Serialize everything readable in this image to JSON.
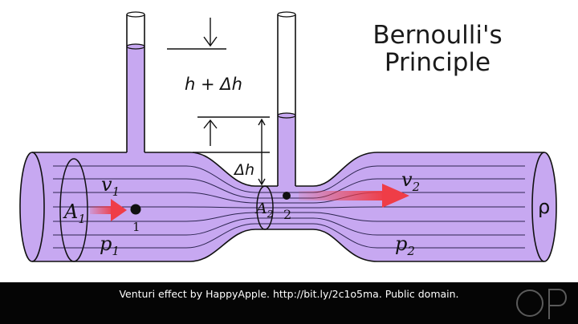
{
  "title": {
    "line1": "Bernoulli's",
    "line2": "Principle"
  },
  "labels": {
    "h_plus_dh": "h + Δh",
    "dh": "Δh",
    "A1": "A",
    "A1_sub": "1",
    "A2": "A",
    "A2_sub": "2",
    "v1": "v",
    "v1_sub": "1",
    "v2": "v",
    "v2_sub": "2",
    "p1": "p",
    "p1_sub": "1",
    "p2": "p",
    "p2_sub": "2",
    "point1": "1",
    "point2": "2",
    "rho": "ρ"
  },
  "caption": "Venturi effect by HappyApple. http://bit.ly/2c1o5ma. Public domain.",
  "colors": {
    "fluid": "#c7a8f1",
    "outline": "#111111",
    "arrow": "#ef3d47",
    "caption_bg": "#050505"
  },
  "logo": "openstax-op-logo"
}
